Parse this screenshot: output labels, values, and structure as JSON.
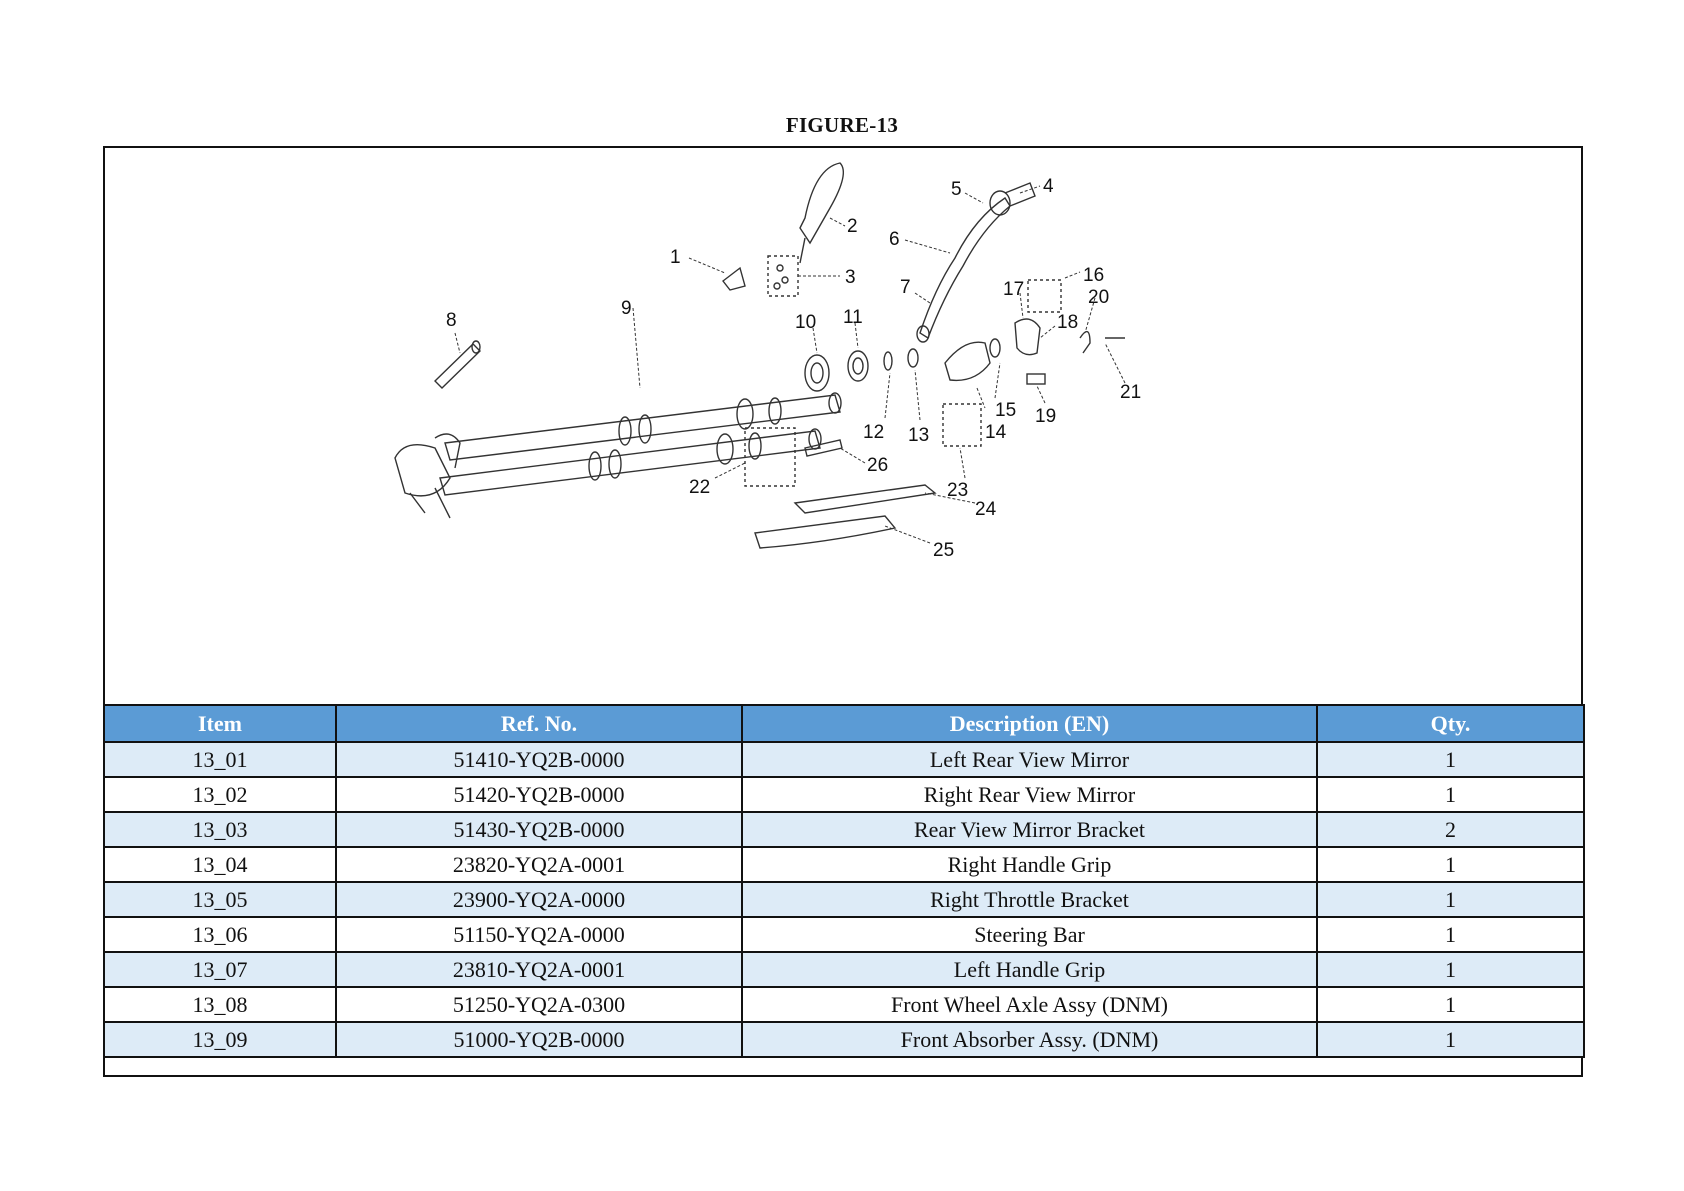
{
  "figure_title": "FIGURE-13",
  "callouts": [
    "1",
    "2",
    "3",
    "4",
    "5",
    "6",
    "7",
    "8",
    "9",
    "10",
    "11",
    "12",
    "13",
    "14",
    "15",
    "16",
    "17",
    "18",
    "19",
    "20",
    "21",
    "22",
    "23",
    "24",
    "25",
    "26"
  ],
  "table": {
    "headers": [
      "Item",
      "Ref. No.",
      "Description (EN)",
      "Qty."
    ],
    "header_color": "#5b9bd5",
    "alt_row_color": "#ddebf7",
    "rows": [
      [
        "13_01",
        "51410-YQ2B-0000",
        "Left Rear View Mirror",
        "1"
      ],
      [
        "13_02",
        "51420-YQ2B-0000",
        "Right Rear View Mirror",
        "1"
      ],
      [
        "13_03",
        "51430-YQ2B-0000",
        "Rear View Mirror Bracket",
        "2"
      ],
      [
        "13_04",
        "23820-YQ2A-0001",
        "Right Handle Grip",
        "1"
      ],
      [
        "13_05",
        "23900-YQ2A-0000",
        "Right Throttle Bracket",
        "1"
      ],
      [
        "13_06",
        "51150-YQ2A-0000",
        "Steering Bar",
        "1"
      ],
      [
        "13_07",
        "23810-YQ2A-0001",
        "Left Handle Grip",
        "1"
      ],
      [
        "13_08",
        "51250-YQ2A-0300",
        "Front Wheel Axle Assy (DNM)",
        "1"
      ],
      [
        "13_09",
        "51000-YQ2B-0000",
        "Front Absorber Assy. (DNM)",
        "1"
      ]
    ]
  }
}
